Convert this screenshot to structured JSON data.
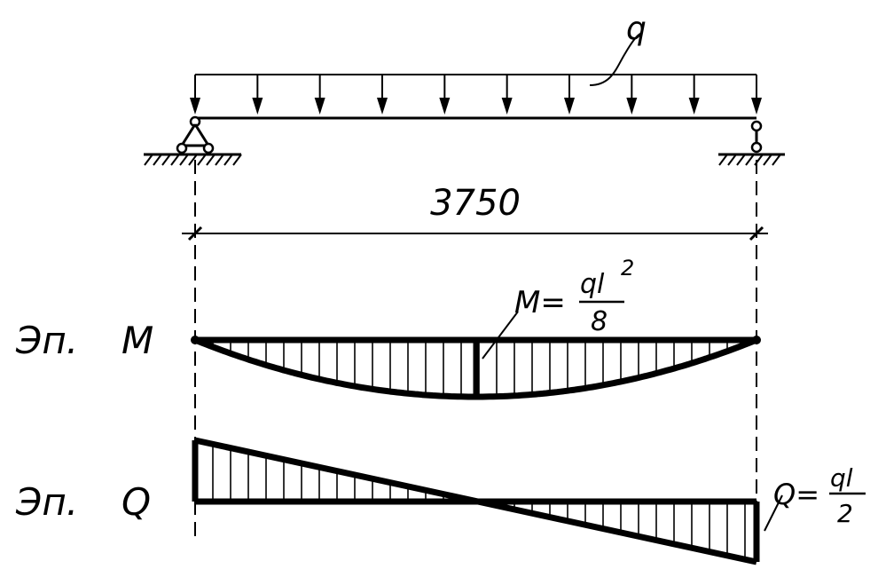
{
  "load": {
    "label": "q"
  },
  "dimension": {
    "span": "3750"
  },
  "moment_diagram": {
    "title_prefix": "Эп.",
    "title_letter": "M",
    "formula_lhs": "M=",
    "formula_num": "ql",
    "formula_exp": "2",
    "formula_den": "8"
  },
  "shear_diagram": {
    "title_prefix": "Эп.",
    "title_letter": "Q",
    "formula_lhs": "Q=",
    "formula_num": "ql",
    "formula_den": "2"
  }
}
